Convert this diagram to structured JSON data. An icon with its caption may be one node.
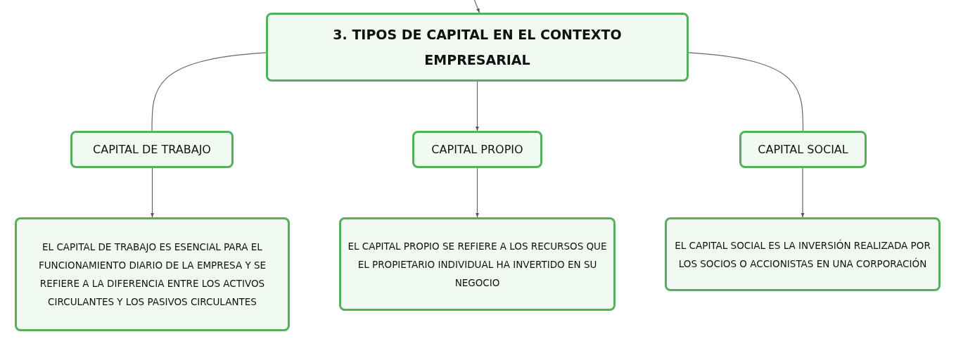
{
  "diagram": {
    "nodes": [
      {
        "text": [
          "3. TIPOS DE CAPITAL EN EL CONTEXTO EMPRESARIAL"
        ]
      },
      {
        "text": [
          "CAPITAL DE TRABAJO"
        ]
      },
      {
        "text": [
          "CAPITAL PROPIO"
        ]
      },
      {
        "text": [
          "CAPITAL SOCIAL"
        ]
      },
      {
        "text": [
          "EL CAPITAL DE TRABAJO ES ESENCIAL PARA EL FUNCIONAMIENTO DIARIO DE LA EMPRESA Y SE REFIERE A LA DIFERENCIA ENTRE LOS ACTIVOS CIRCULANTES Y LOS PASIVOS CIRCULANTES"
        ]
      },
      {
        "text": [
          "EL CAPITAL PROPIO SE REFIERE A LOS RECURSOS QUE EL PROPIETARIO INDIVIDUAL HA INVERTIDO EN SU NEGOCIO"
        ]
      },
      {
        "text": [
          "EL CAPITAL SOCIAL ES LA INVERSIÓN REALIZADA POR LOS SOCIOS O ACCIONISTAS EN UNA CORPORACIÓN"
        ]
      }
    ],
    "edges": [
      {
        "from": null,
        "to": 0,
        "arrow": "to"
      },
      {
        "from": 0,
        "to": 1,
        "arrow": "none"
      },
      {
        "from": 0,
        "to": 2,
        "arrow": "to"
      },
      {
        "from": 0,
        "to": 3,
        "arrow": "none"
      },
      {
        "from": 1,
        "to": 4,
        "arrow": "to"
      },
      {
        "from": 2,
        "to": 5,
        "arrow": "to"
      },
      {
        "from": 3,
        "to": 6,
        "arrow": "to"
      }
    ]
  }
}
